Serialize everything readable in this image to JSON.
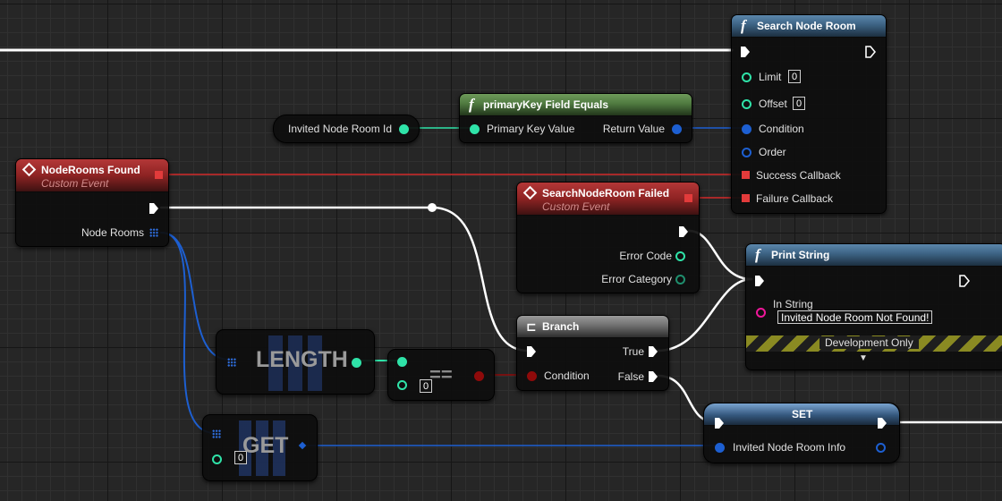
{
  "nodes": {
    "search": {
      "title": "Search Node Room",
      "limit_label": "Limit",
      "limit_value": "0",
      "offset_label": "Offset",
      "offset_value": "0",
      "condition_label": "Condition",
      "order_label": "Order",
      "success_label": "Success Callback",
      "failure_label": "Failure Callback"
    },
    "primary_key": {
      "title": "primaryKey Field Equals",
      "input_label": "Primary Key Value",
      "output_label": "Return Value"
    },
    "invited_id": {
      "label": "Invited Node Room Id"
    },
    "found_event": {
      "title": "NodeRooms Found",
      "subtitle": "Custom Event",
      "output_label": "Node Rooms"
    },
    "failed_event": {
      "title": "SearchNodeRoom Failed",
      "subtitle": "Custom Event",
      "error_code_label": "Error Code",
      "error_category_label": "Error Category"
    },
    "print_string": {
      "title": "Print String",
      "in_string_label": "In String",
      "in_string_value": "Invited Node Room Not Found!",
      "dev_only_label": "Development Only"
    },
    "length": {
      "label": "LENGTH"
    },
    "equals": {
      "label": "==",
      "value": "0"
    },
    "get": {
      "label": "GET",
      "index_value": "0"
    },
    "branch": {
      "title": "Branch",
      "condition_label": "Condition",
      "true_label": "True",
      "false_label": "False"
    },
    "set": {
      "title": "SET",
      "var_label": "Invited Node Room Info"
    }
  },
  "colors": {
    "exec_wire": "#ffffff",
    "event_wire": "#d22a2a",
    "struct_wire": "#1d5fd1",
    "int_wire": "#2fe3a8",
    "bool_wire": "#8f0a0a"
  }
}
